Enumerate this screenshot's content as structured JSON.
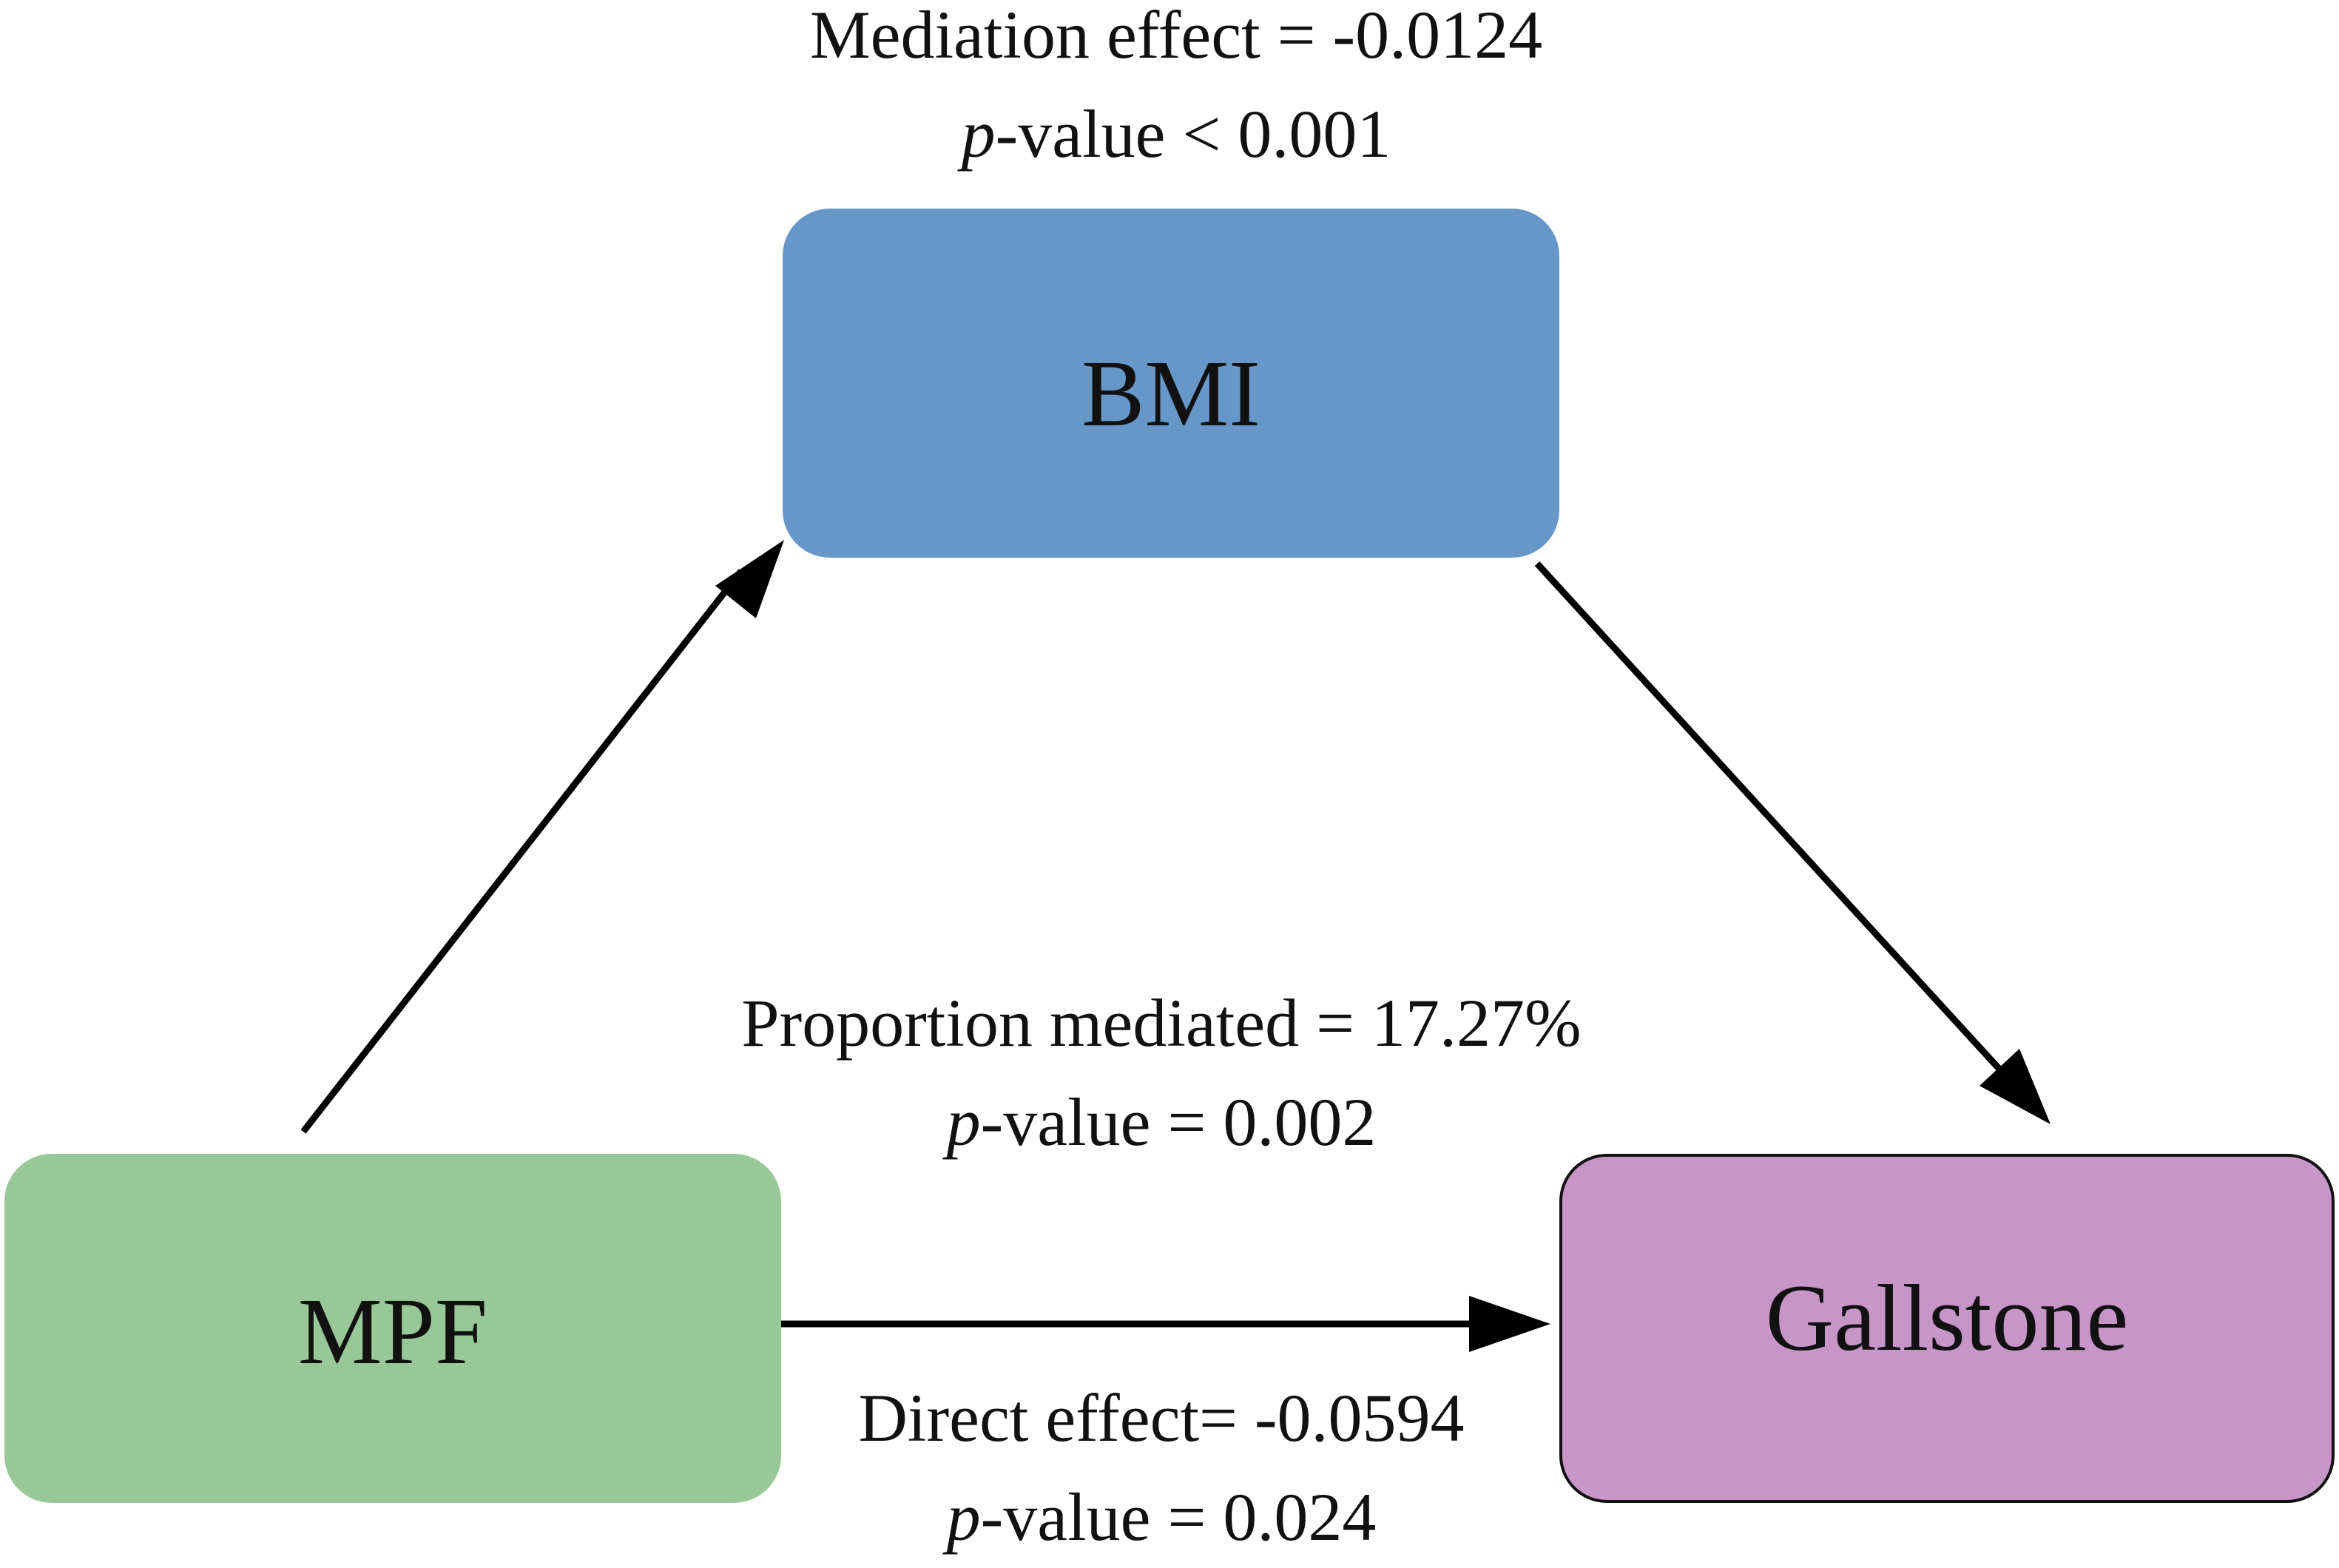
{
  "nodes": {
    "bmi": {
      "label": "BMI",
      "color": "#6797c8"
    },
    "mpf": {
      "label": "MPF",
      "color": "#98c897"
    },
    "gallstone": {
      "label": "Gallstone",
      "color": "#c895c8"
    }
  },
  "annotations": {
    "mediation": {
      "line1": "Mediation effect = -0.0124",
      "line2_italic": "p",
      "line2_rest": "-value < 0.001"
    },
    "proportion": {
      "line1": "Proportion mediated = 17.27%",
      "line2_italic": "p",
      "line2_rest": "-value = 0.002"
    },
    "direct": {
      "line1": "Direct effect= -0.0594",
      "line2_italic": "p",
      "line2_rest": "-value = 0.024"
    }
  },
  "edges": [
    {
      "from": "MPF",
      "to": "BMI"
    },
    {
      "from": "BMI",
      "to": "Gallstone"
    },
    {
      "from": "MPF",
      "to": "Gallstone"
    }
  ],
  "colors": {
    "arrow": "#000000"
  }
}
